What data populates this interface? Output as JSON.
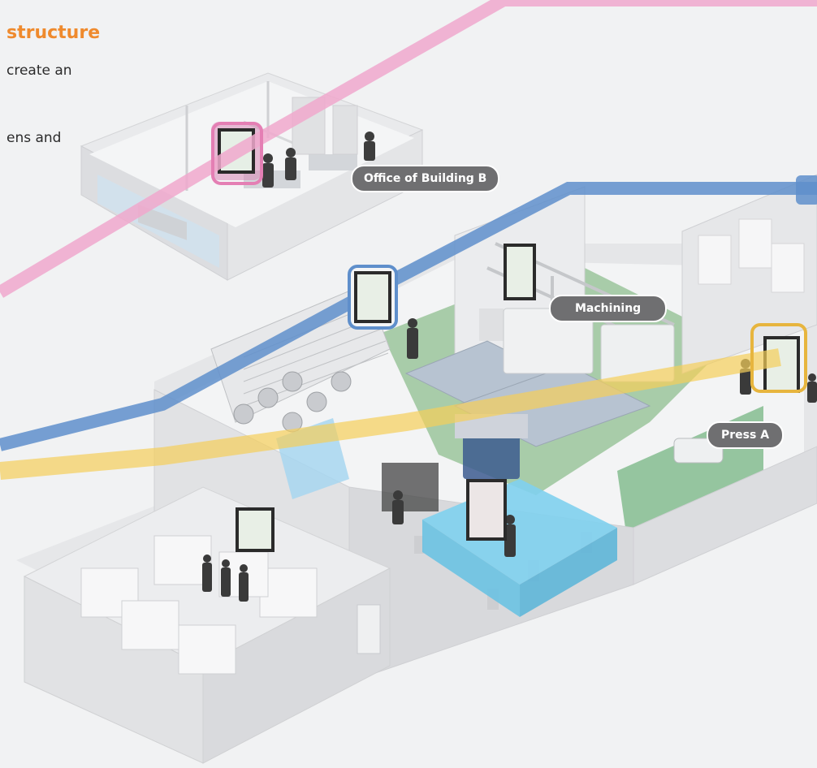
{
  "heading": "structure",
  "body_lines": [
    "create an",
    "ens and"
  ],
  "areas": [
    "Office of Building B",
    "Machining",
    "Press A"
  ],
  "colors": {
    "heading": "#ef8a2d",
    "pink_line": "#f0a8cc",
    "blue_line": "#5f8fcb",
    "yellow_line": "#f5cf5a",
    "floor_green": "#8fbf8f",
    "clean_room": "#7fd0ee",
    "label_pill": "#6f6f71"
  }
}
